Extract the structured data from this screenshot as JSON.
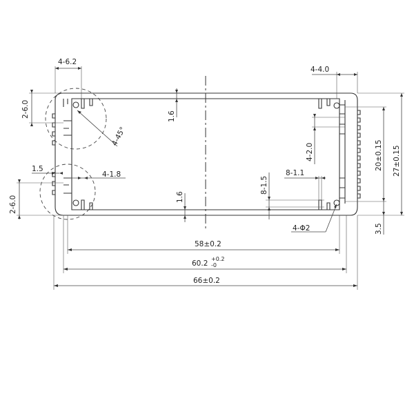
{
  "dimensions": {
    "top_left_fin_spacing": "4-6.2",
    "top_right_fin_spacing": "4-4.0",
    "left_upper_slot": "2-6.0",
    "left_lower_slot": "2-6.0",
    "chamfer": "4-45°",
    "wall_top": "1.6",
    "wall_bottom": "1.6",
    "edge_offset": "1.5",
    "groove_width": "4-1.8",
    "right_groove_spacing": "4-2.0",
    "slot_right_width": "8-1.1",
    "slot_right_height": "8-1.5",
    "hole_diameter": "4-Φ2",
    "inner_height": "20±0.15",
    "outer_height": "27±0.15",
    "bottom_offset": "3.5",
    "inner_width": "58±0.2",
    "mid_width_base": "60.2",
    "mid_width_tol_upper": "+0.2",
    "mid_width_tol_lower": "-0",
    "outer_width": "66±0.2"
  }
}
